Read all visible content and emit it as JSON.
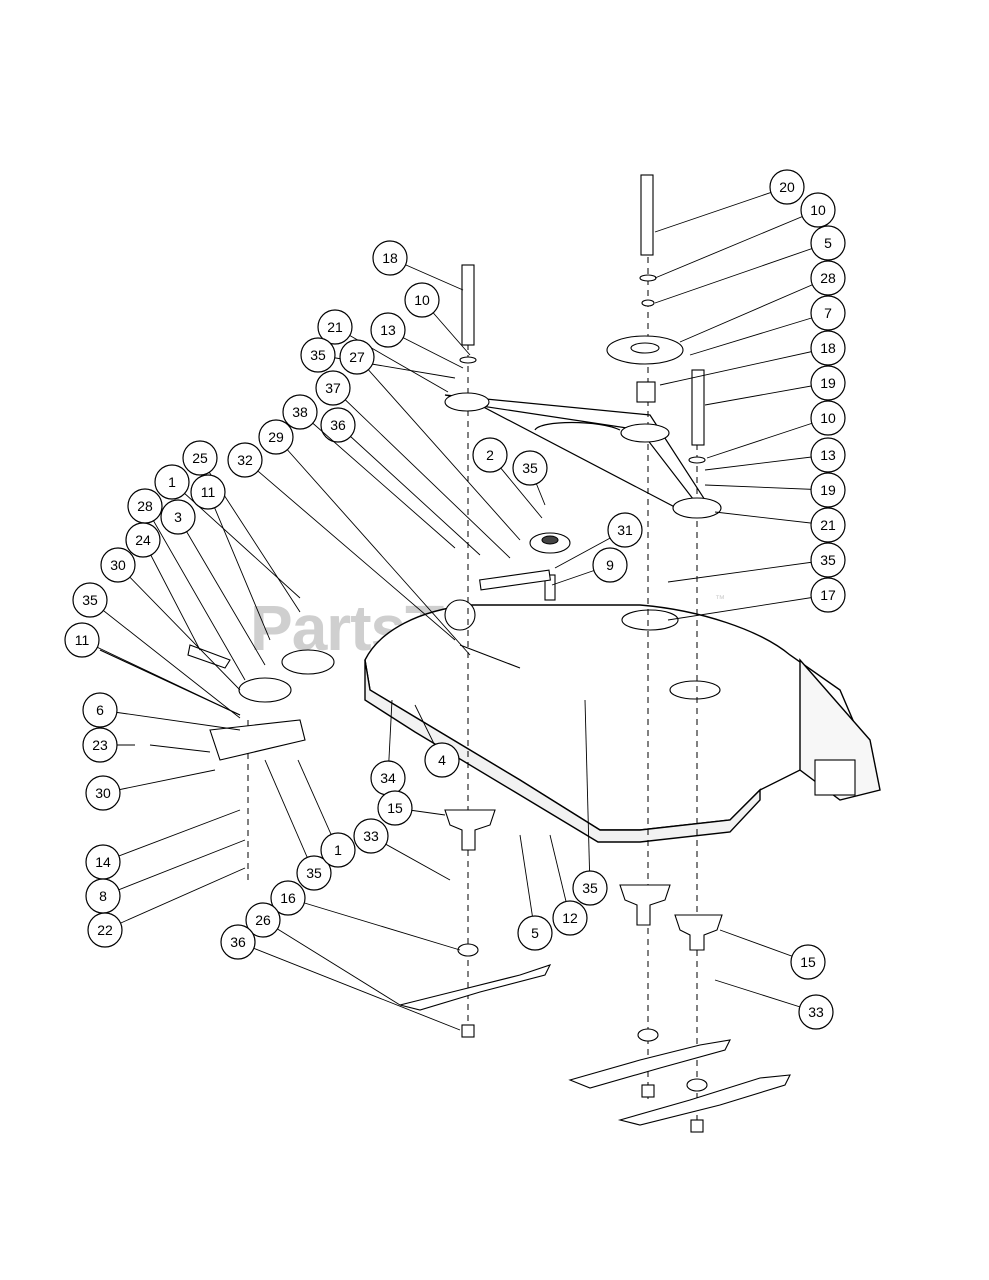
{
  "watermark": {
    "text": "PartsTree",
    "trademark": "™"
  },
  "callouts": [
    {
      "id": "c20a",
      "label": "20"
    },
    {
      "id": "c10a",
      "label": "10"
    },
    {
      "id": "c5a",
      "label": "5"
    },
    {
      "id": "c28a",
      "label": "28"
    },
    {
      "id": "c7",
      "label": "7"
    },
    {
      "id": "c18",
      "label": "18"
    },
    {
      "id": "c19a",
      "label": "19"
    },
    {
      "id": "c10b",
      "label": "10"
    },
    {
      "id": "c18b",
      "label": "18"
    },
    {
      "id": "c13a",
      "label": "13"
    },
    {
      "id": "c21a",
      "label": "21"
    },
    {
      "id": "c35a",
      "label": "35"
    },
    {
      "id": "c17",
      "label": "17"
    },
    {
      "id": "c19b",
      "label": "19"
    },
    {
      "id": "c10c",
      "label": "10"
    },
    {
      "id": "c13b",
      "label": "13"
    },
    {
      "id": "c21b",
      "label": "21"
    },
    {
      "id": "c35b",
      "label": "35"
    },
    {
      "id": "c27",
      "label": "27"
    },
    {
      "id": "c37",
      "label": "37"
    },
    {
      "id": "c36a",
      "label": "36"
    },
    {
      "id": "c38",
      "label": "38"
    },
    {
      "id": "c29",
      "label": "29"
    },
    {
      "id": "c32",
      "label": "32"
    },
    {
      "id": "c2a",
      "label": "2"
    },
    {
      "id": "c35c",
      "label": "35"
    },
    {
      "id": "c31",
      "label": "31"
    },
    {
      "id": "c9",
      "label": "9"
    },
    {
      "id": "c25",
      "label": "25"
    },
    {
      "id": "c1a",
      "label": "1"
    },
    {
      "id": "c11a",
      "label": "11"
    },
    {
      "id": "c28b",
      "label": "28"
    },
    {
      "id": "c3",
      "label": "3"
    },
    {
      "id": "c24",
      "label": "24"
    },
    {
      "id": "c30a",
      "label": "30"
    },
    {
      "id": "c35d",
      "label": "35"
    },
    {
      "id": "c11b",
      "label": "11"
    },
    {
      "id": "c6",
      "label": "6"
    },
    {
      "id": "c23",
      "label": "23"
    },
    {
      "id": "c30b",
      "label": "30"
    },
    {
      "id": "c14",
      "label": "14"
    },
    {
      "id": "c8",
      "label": "8"
    },
    {
      "id": "c22",
      "label": "22"
    },
    {
      "id": "c35e",
      "label": "35"
    },
    {
      "id": "c1b",
      "label": "1"
    },
    {
      "id": "c34",
      "label": "34"
    },
    {
      "id": "c4",
      "label": "4"
    },
    {
      "id": "c15a",
      "label": "15"
    },
    {
      "id": "c33a",
      "label": "33"
    },
    {
      "id": "c16",
      "label": "16"
    },
    {
      "id": "c26",
      "label": "26"
    },
    {
      "id": "c36b",
      "label": "36"
    },
    {
      "id": "c5b",
      "label": "5"
    },
    {
      "id": "c12",
      "label": "12"
    },
    {
      "id": "c35f",
      "label": "35"
    },
    {
      "id": "c15b",
      "label": "15"
    },
    {
      "id": "c33b",
      "label": "33"
    }
  ]
}
